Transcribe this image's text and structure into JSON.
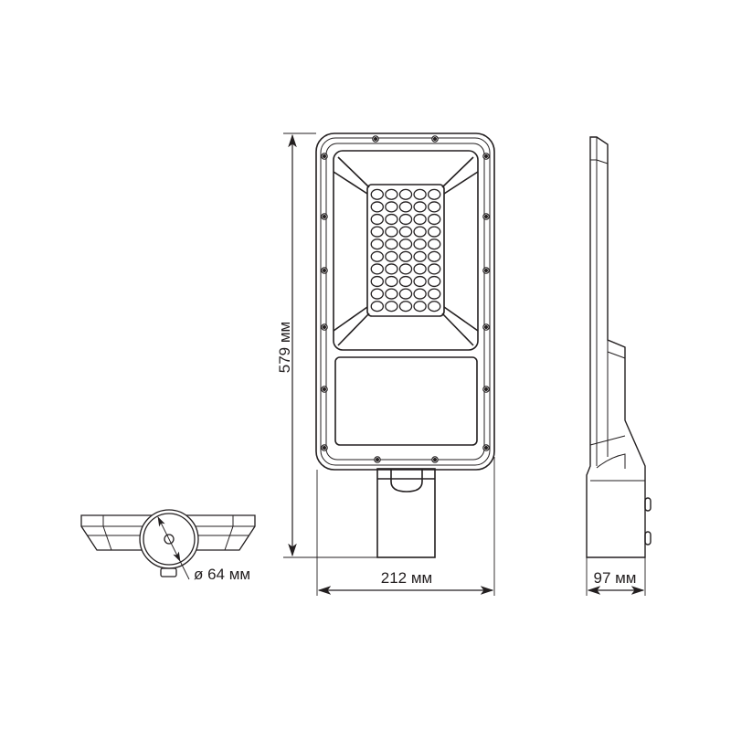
{
  "diagram": {
    "title": "Street light dimensional drawing",
    "line_color": "#231f20",
    "background": "#ffffff",
    "views": {
      "front": {
        "label": "front-view",
        "led_columns": 5,
        "led_rows": 10
      },
      "side": {
        "label": "side-view"
      },
      "bottom": {
        "label": "mount-end-view"
      }
    },
    "dimensions": {
      "height": {
        "value": 579,
        "unit": "мм",
        "text": "579 мм"
      },
      "width": {
        "value": 212,
        "unit": "мм",
        "text": "212 мм"
      },
      "depth": {
        "value": 97,
        "unit": "мм",
        "text": "97 мм"
      },
      "pole_diameter": {
        "value": 64,
        "unit": "мм",
        "text": "ø 64 мм"
      }
    }
  }
}
